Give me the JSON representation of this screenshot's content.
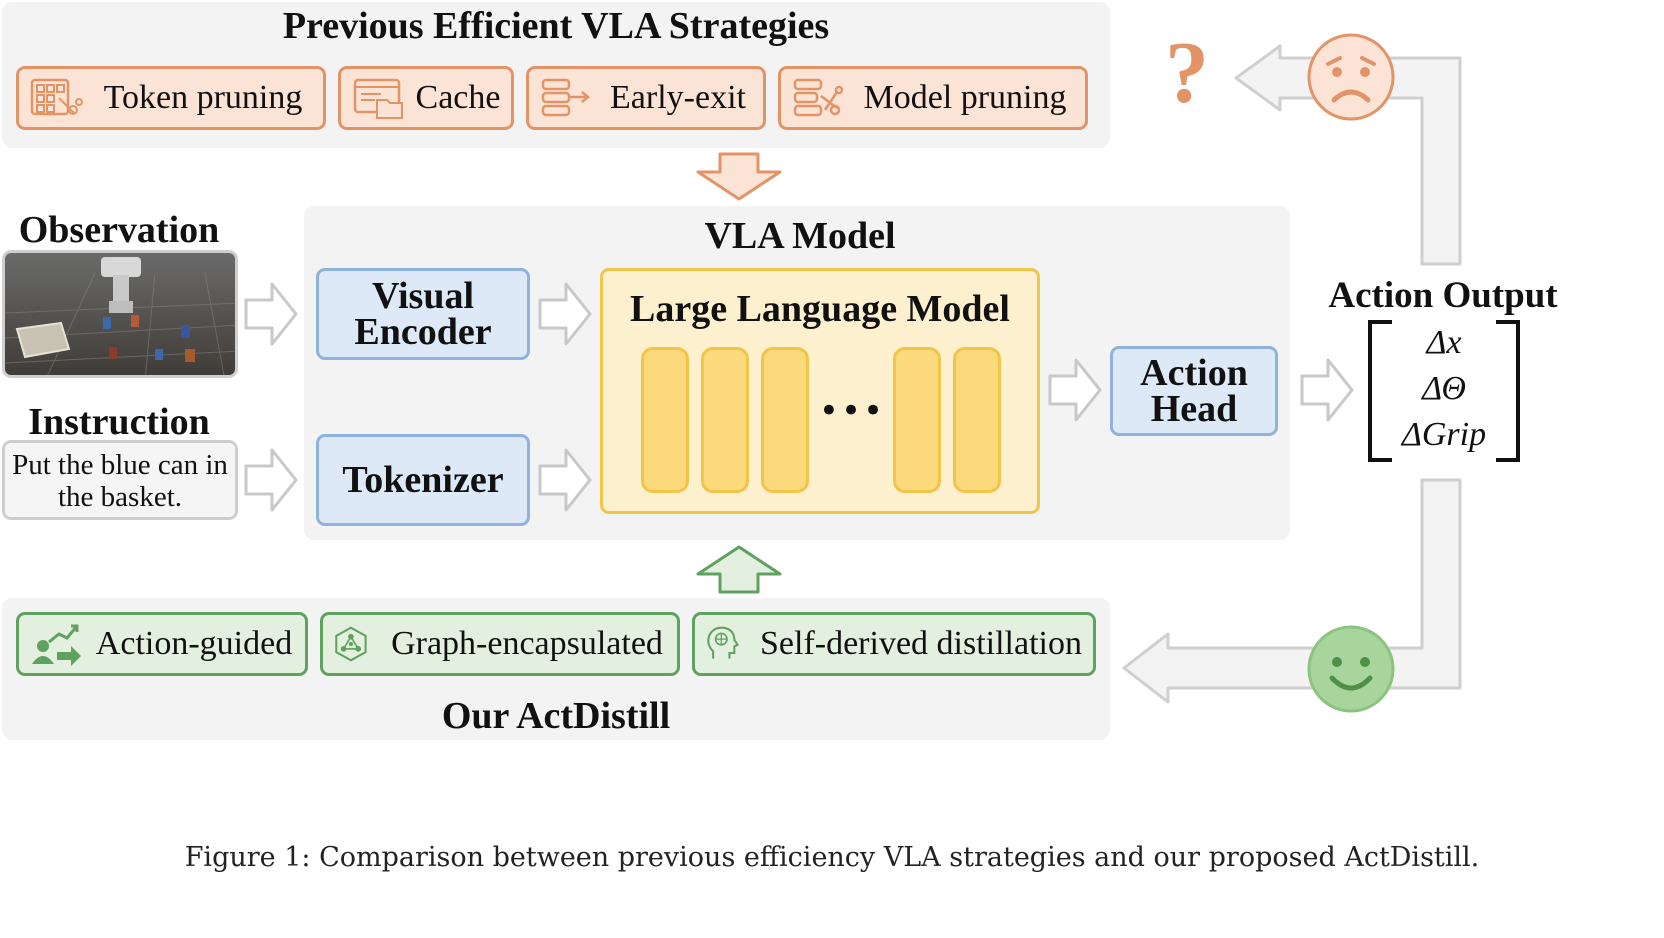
{
  "top_panel": {
    "title": "Previous Efficient VLA Strategies",
    "chips": [
      "Token pruning",
      "Cache",
      "Early-exit",
      "Model pruning"
    ]
  },
  "bottom_panel": {
    "title": "Our ActDistill",
    "chips": [
      "Action-guided",
      "Graph-encapsulated",
      "Self-derived distillation"
    ]
  },
  "inputs": {
    "observation_label": "Observation",
    "instruction_label": "Instruction",
    "instruction_text": "Put the blue can in the basket."
  },
  "vla_model": {
    "title": "VLA Model",
    "visual_encoder": "Visual Encoder",
    "tokenizer": "Tokenizer",
    "llm_title": "Large Language Model",
    "ellipsis": "•••",
    "action_head": "Action Head"
  },
  "output": {
    "title": "Action Output",
    "values": [
      "Δx",
      "ΔΘ",
      "ΔGrip"
    ],
    "question_mark": "?"
  },
  "caption": "Figure 1: Comparison between previous efficiency VLA strategies and our proposed ActDistill.",
  "colors": {
    "orange_fill": "#fbe3d5",
    "orange_stroke": "#e39467",
    "green_fill": "#e3f0df",
    "green_stroke": "#5fa15e",
    "blue_fill": "#dde9f7",
    "blue_stroke": "#8fb2df",
    "yellow_fill": "#fdf0cf",
    "yellow_stroke": "#f3c44a"
  }
}
